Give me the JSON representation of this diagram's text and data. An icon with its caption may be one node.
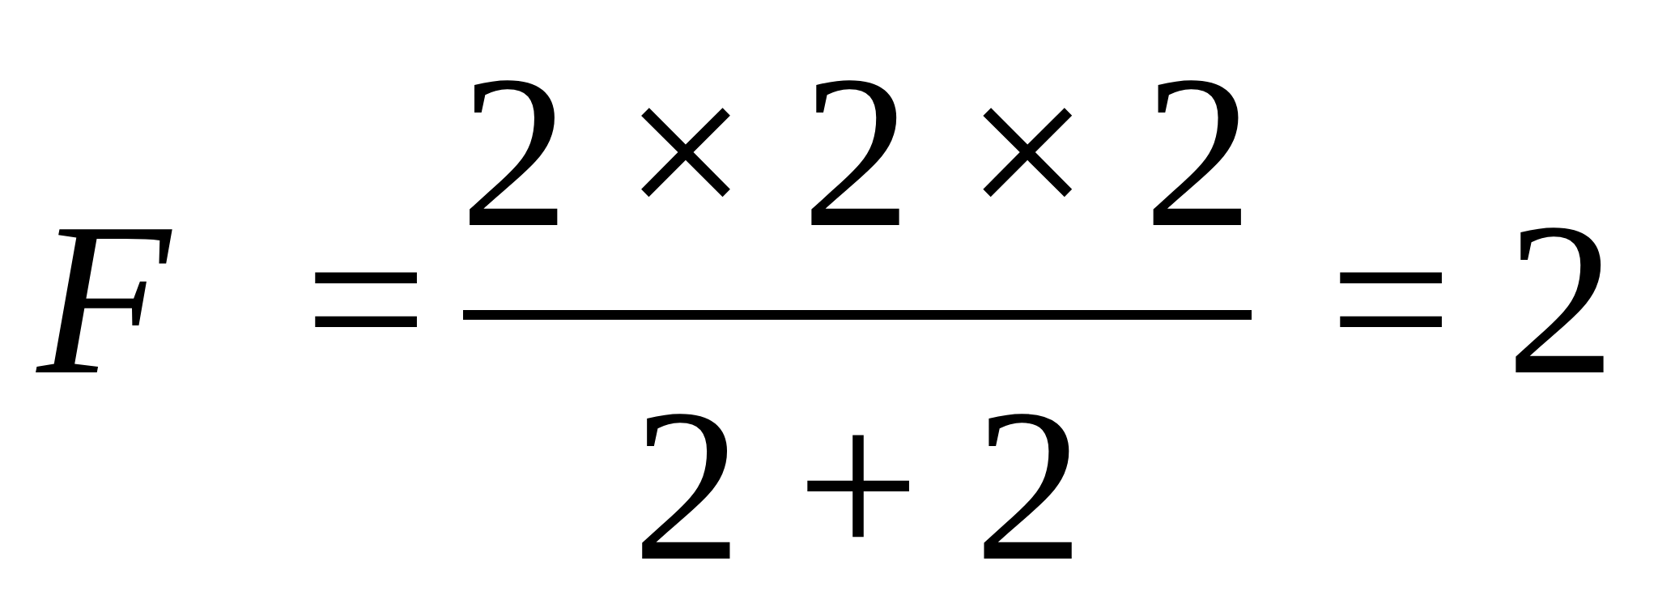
{
  "diagram": {
    "labels": [
      "F",
      "=",
      "2 × 2 × 2",
      "2 + 2",
      "=",
      "2"
    ]
  }
}
